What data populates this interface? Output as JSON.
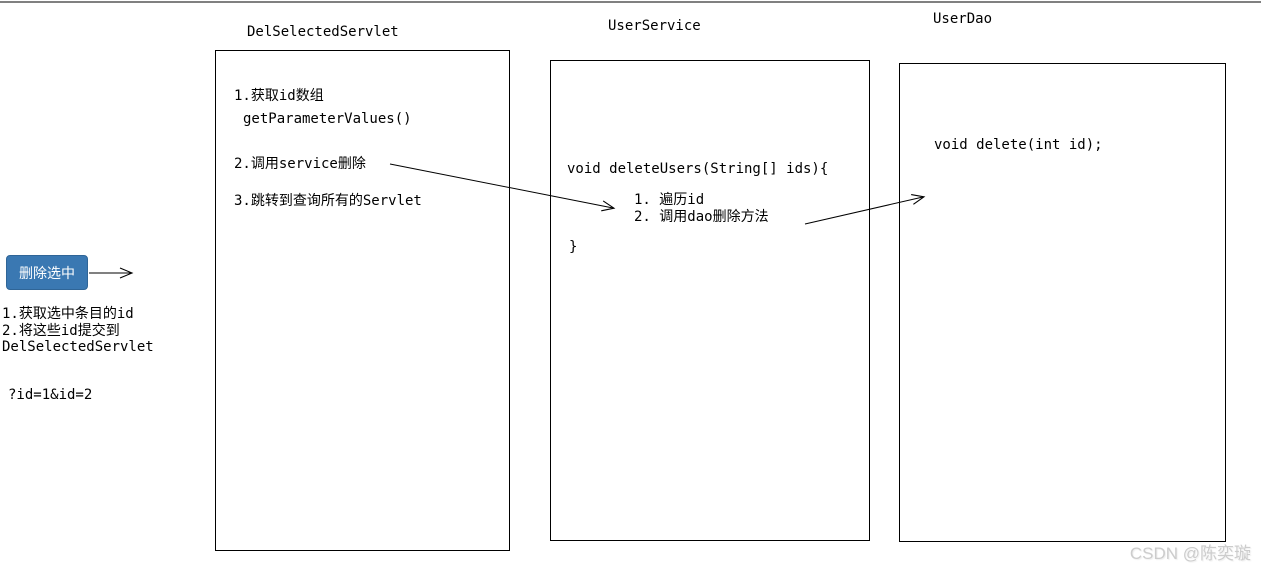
{
  "colors": {
    "background": "#ffffff",
    "line": "#000000",
    "button_accent": "#3a78b2",
    "button_text": "#ffffff",
    "watermark": "#cccccc"
  },
  "button": {
    "label": "删除选中"
  },
  "left_panel": {
    "notes": [
      "1.获取选中条目的id",
      "2.将这些id提交到",
      "DelSelectedServlet"
    ],
    "query_string": "?id=1&id=2"
  },
  "boxes": [
    {
      "title": "DelSelectedServlet",
      "lines": [
        "1.获取id数组",
        "getParameterValues()",
        "2.调用service删除",
        "3.跳转到查询所有的Servlet"
      ]
    },
    {
      "title": "UserService",
      "lines": [
        "void deleteUsers(String[] ids){",
        "1. 遍历id",
        "2. 调用dao删除方法",
        "}"
      ]
    },
    {
      "title": "UserDao",
      "lines": [
        "void delete(int id);"
      ]
    }
  ],
  "connectors": [
    {
      "name": "button-to-servlet-arrow",
      "from": "删除选中 button",
      "to": "right"
    },
    {
      "name": "servlet-to-service-arrow",
      "from": "2.调用service删除",
      "to": "UserService body"
    },
    {
      "name": "service-to-dao-arrow",
      "from": "2. 调用dao删除方法",
      "to": "UserDao body"
    }
  ],
  "watermark": {
    "text": "CSDN @陈奕璇"
  }
}
